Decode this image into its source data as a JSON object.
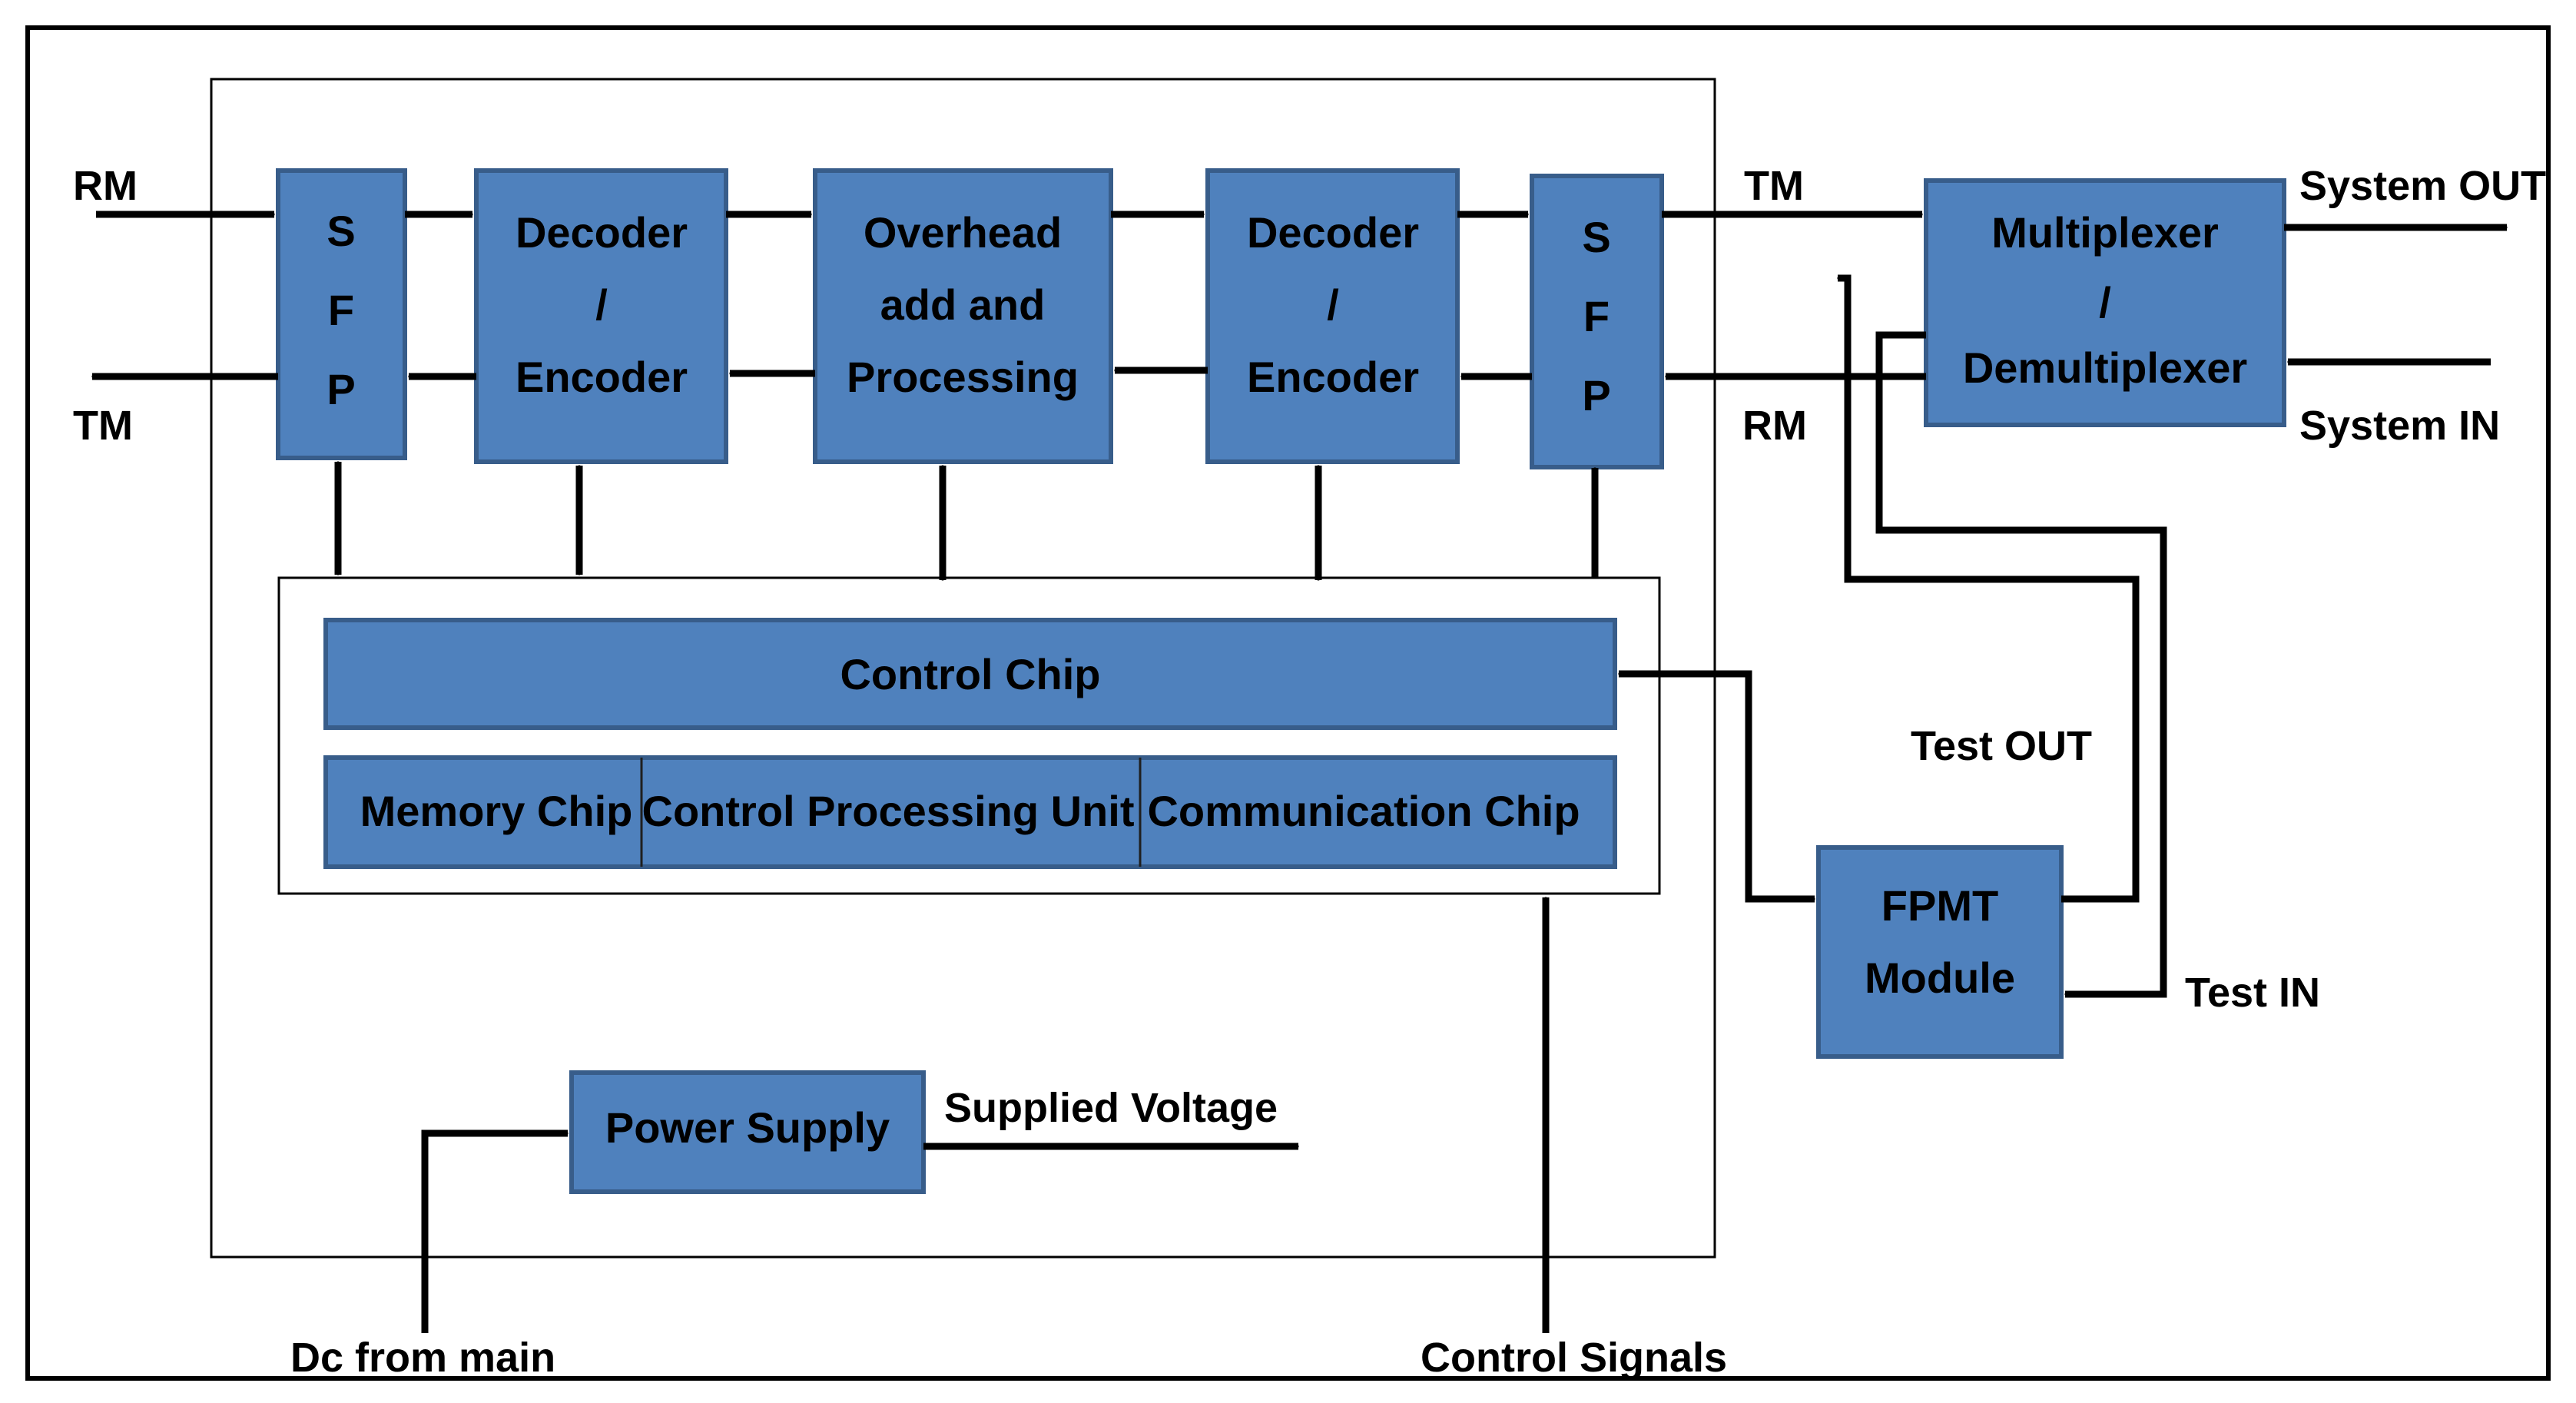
{
  "colors": {
    "block_fill": "#4f81bd",
    "block_stroke": "#385d8a",
    "line": "#000000",
    "background": "#ffffff"
  },
  "blocks": {
    "sfp_left": {
      "l1": "S",
      "l2": "F",
      "l3": "P"
    },
    "codec_left": {
      "l1": "Decoder",
      "l2": "/",
      "l3": "Encoder"
    },
    "overhead": {
      "l1": "Overhead",
      "l2": "add and",
      "l3": "Processing"
    },
    "codec_right": {
      "l1": "Decoder",
      "l2": "/",
      "l3": "Encoder"
    },
    "sfp_right": {
      "l1": "S",
      "l2": "F",
      "l3": "P"
    },
    "mux": {
      "l1": "Multiplexer",
      "l2": "/",
      "l3": "Demultiplexer"
    },
    "control_chip": "Control Chip",
    "memory_chip": "Memory Chip",
    "cpu": "Control Processing Unit",
    "comm_chip": "Communication Chip",
    "fpmt": {
      "l1": "FPMT",
      "l2": "Module"
    },
    "power_supply": "Power Supply"
  },
  "labels": {
    "rm_left": "RM",
    "tm_left": "TM",
    "tm_right": "TM",
    "rm_right": "RM",
    "system_out": "System OUT",
    "system_in": "System IN",
    "test_out": "Test OUT",
    "test_in": "Test IN",
    "supplied_voltage": "Supplied Voltage",
    "dc_from_main": "Dc from main",
    "control_signals": "Control Signals"
  }
}
